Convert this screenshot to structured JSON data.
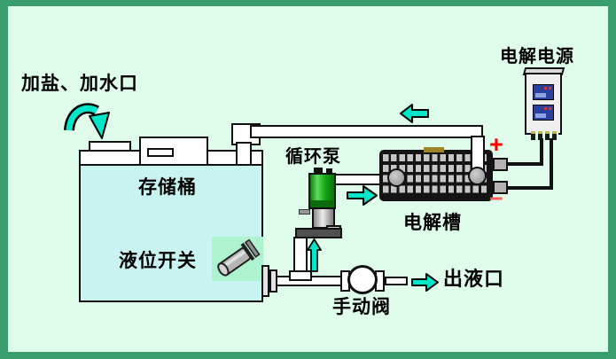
{
  "frame": {
    "border_color": "#3a9d6d",
    "background_color": "#dffbe9"
  },
  "labels": {
    "inlet": "加盐、加水口",
    "tank": "存储桶",
    "level_switch": "液位开关",
    "pump": "循环泵",
    "cell": "电解槽",
    "power_supply": "电解电源",
    "valve": "手动阀",
    "outlet": "出液口",
    "positive": "+",
    "negative": "−"
  },
  "colors": {
    "flow_arrow": "#00e6c8",
    "tank_liquid": "#c9f3f0",
    "sensor_patch": "#aef3d0",
    "pump_body_green": "#1ca21c",
    "power_module_blue": "#2b3f9e",
    "positive_terminal": "#ff0000",
    "negative_terminal": "#ff5b5b"
  },
  "icons": {
    "curved_inlet_arrow": "cyan curved arrow pointing down into tank",
    "flow_left_arrow": "cyan arrow pointing left on top pipe",
    "flow_right_arrow": "cyan arrow pointing right from pump to cell",
    "flow_up_arrow": "cyan arrow pointing up to pump",
    "outlet_arrow": "cyan arrow pointing right to outlet",
    "level_sensor": "gray angled level-switch fitting"
  }
}
